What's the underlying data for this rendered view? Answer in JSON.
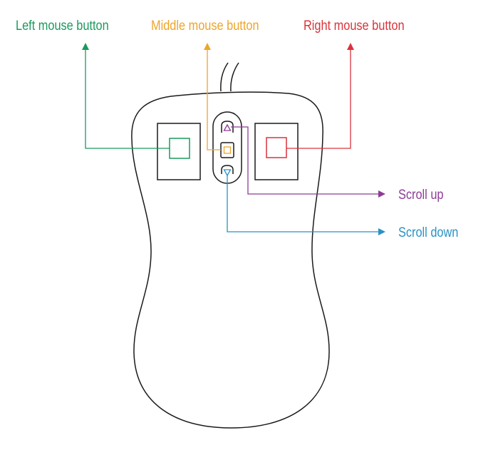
{
  "labels": {
    "left_button": "Left mouse button",
    "middle_button": "Middle mouse button",
    "right_button": "Right mouse button",
    "scroll_up": "Scroll up",
    "scroll_down": "Scroll down"
  },
  "colors": {
    "outline": "#1a1a1a",
    "left": "#1a9a5c",
    "middle": "#eda52b",
    "right": "#d9343b",
    "scroll_up": "#8e3b97",
    "scroll_down": "#2892c4"
  },
  "icons": {
    "scroll_up": "triangle-up-icon",
    "scroll_down": "triangle-down-icon",
    "middle": "square-icon"
  }
}
